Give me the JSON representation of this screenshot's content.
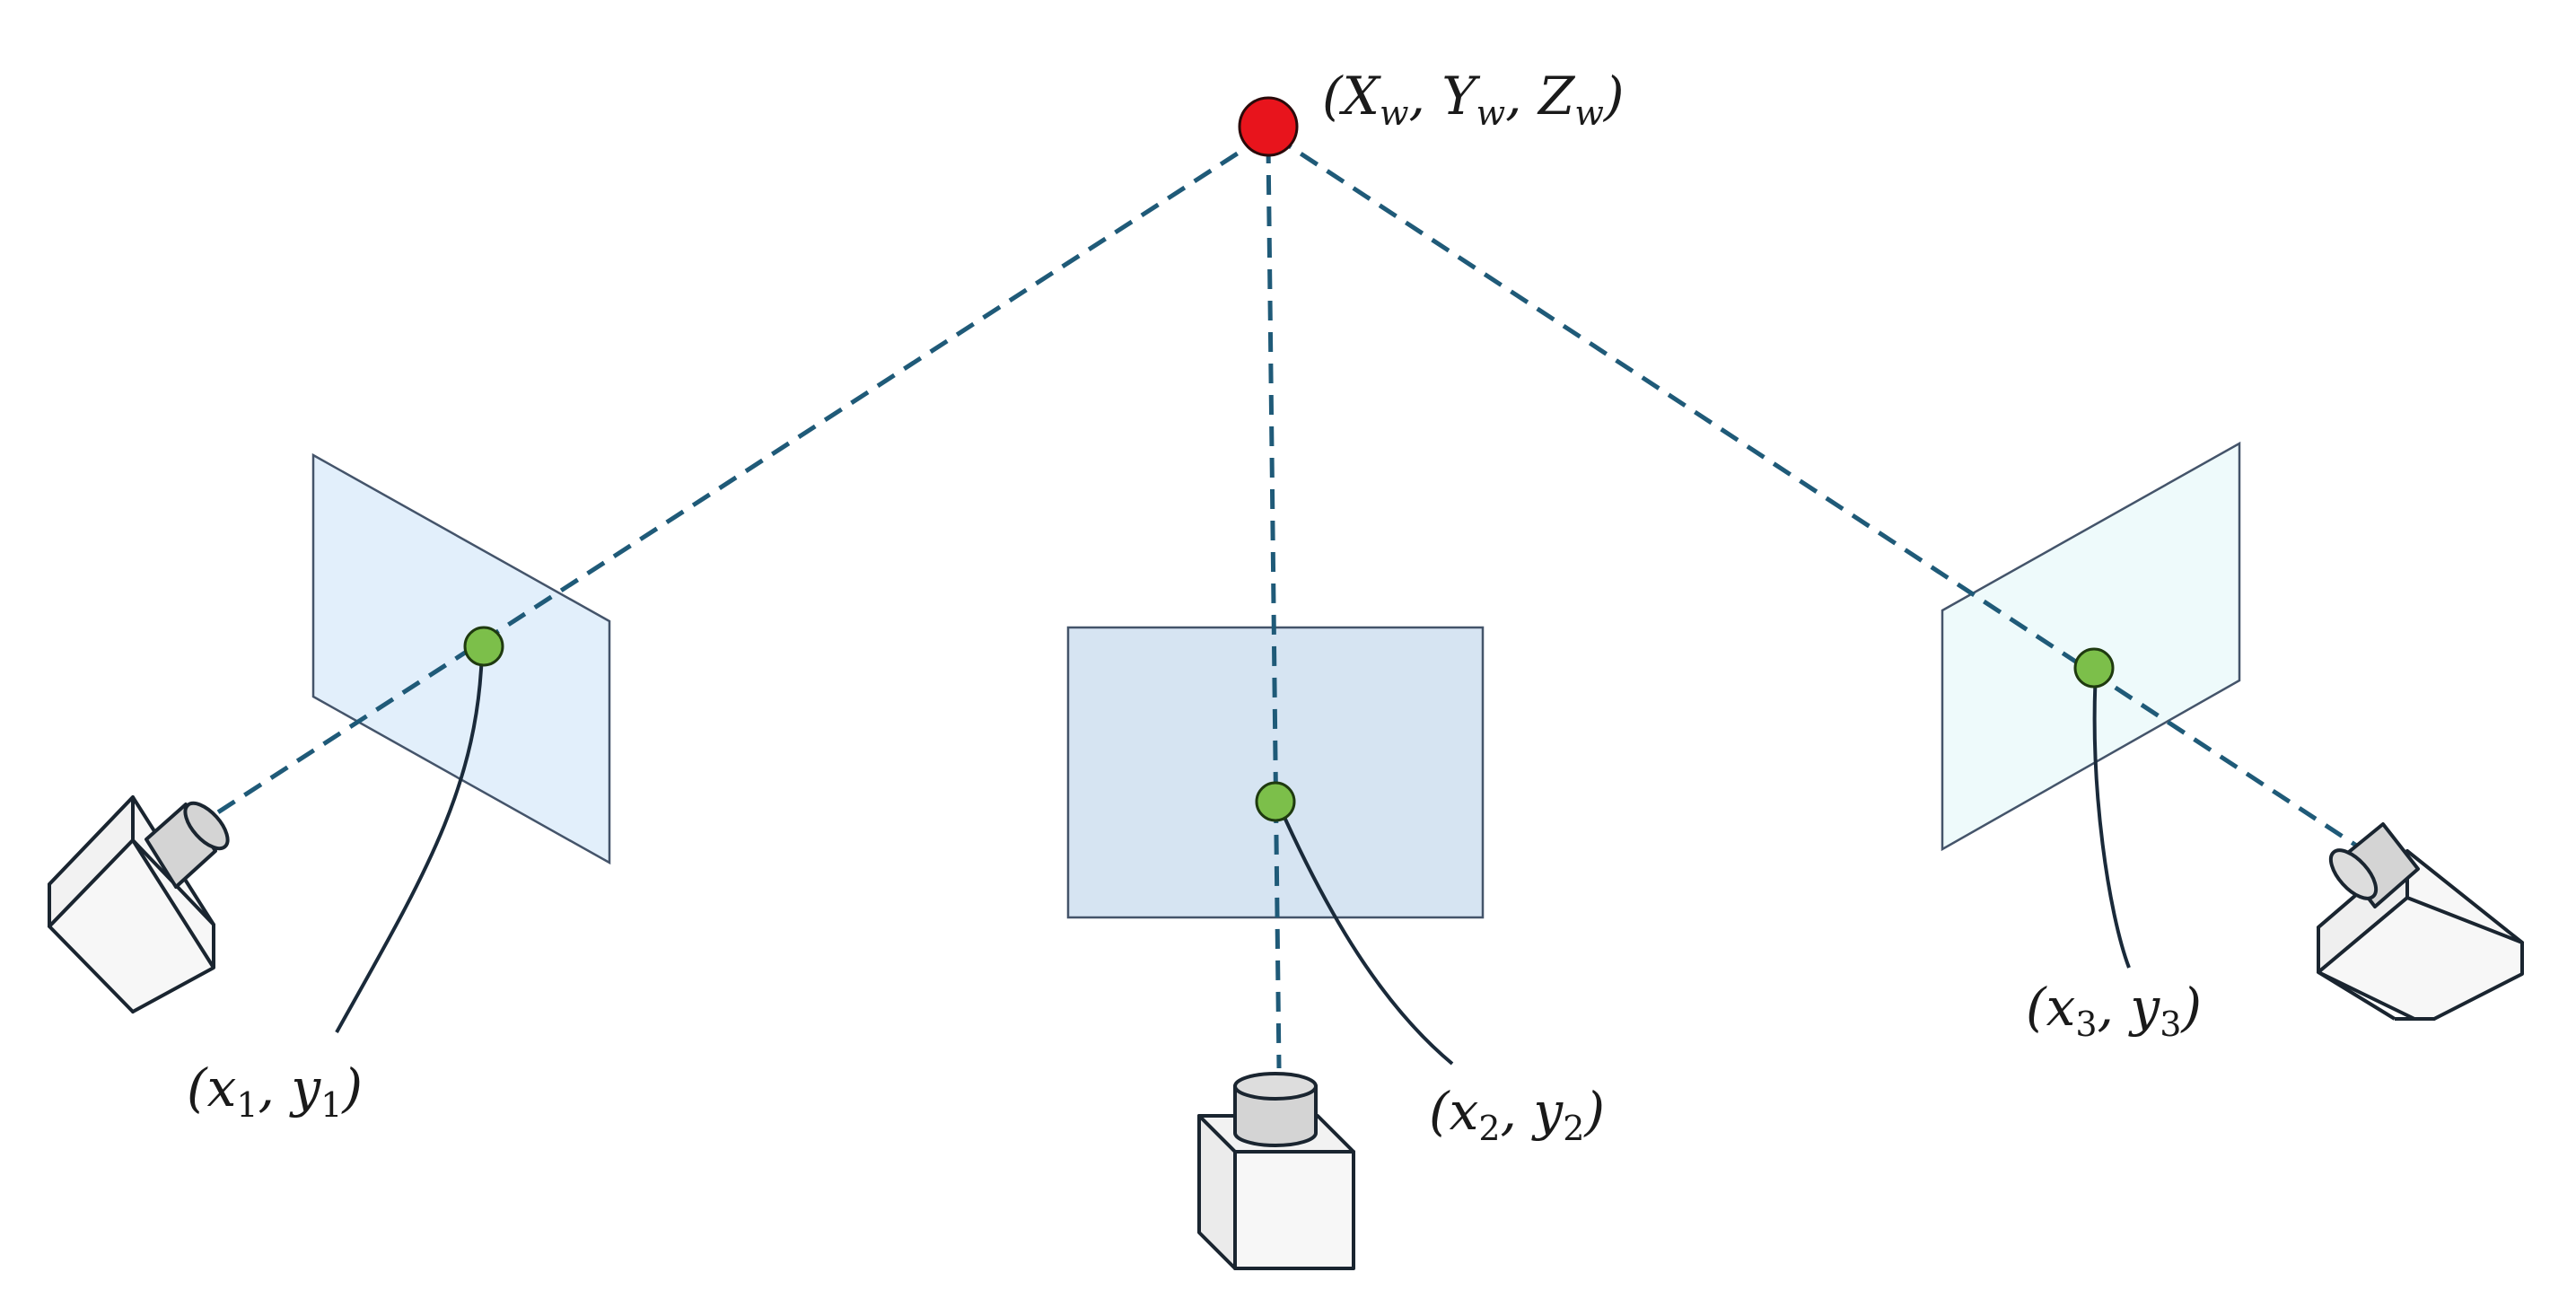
{
  "world_point": {
    "label_parts": [
      {
        "main": "X",
        "sub": "w"
      },
      {
        "main": "Y",
        "sub": "w"
      },
      {
        "main": "Z",
        "sub": "w"
      }
    ],
    "color": "#e8141c"
  },
  "image_points": [
    {
      "id": "left",
      "x": "x",
      "x_sub": "1",
      "y": "y",
      "y_sub": "1"
    },
    {
      "id": "center",
      "x": "x",
      "x_sub": "2",
      "y": "y",
      "y_sub": "2"
    },
    {
      "id": "right",
      "x": "x",
      "x_sub": "3",
      "y": "y",
      "y_sub": "3"
    }
  ],
  "colors": {
    "ray": "#1f5a78",
    "image_point": "#7cbf4a",
    "plane_left": "#e2effb",
    "plane_center": "#d6e4f2",
    "plane_right": "#eefafb",
    "plane_border": "#44546a",
    "camera_body": "#f7f7f7",
    "camera_lens": "#d4d4d4"
  }
}
